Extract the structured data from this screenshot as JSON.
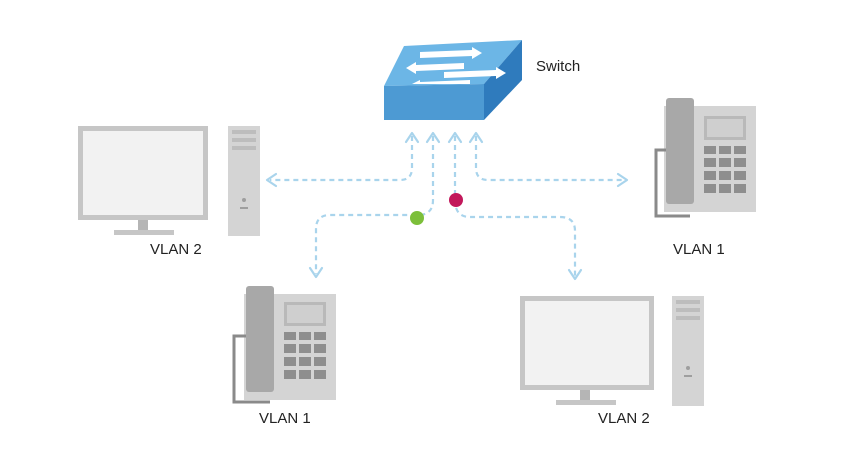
{
  "labels": {
    "switch": "Switch",
    "pc_left": "VLAN 2",
    "phone_right": "VLAN 1",
    "phone_bottom": "VLAN 1",
    "pc_bottom": "VLAN 2"
  },
  "nodes": [
    {
      "id": "switch",
      "type": "switch",
      "label": "Switch"
    },
    {
      "id": "pc_left",
      "type": "computer",
      "label": "VLAN 2"
    },
    {
      "id": "phone_right",
      "type": "ip-phone",
      "label": "VLAN 1"
    },
    {
      "id": "phone_bottom",
      "type": "ip-phone",
      "label": "VLAN 1"
    },
    {
      "id": "pc_bottom",
      "type": "computer",
      "label": "VLAN 2"
    }
  ],
  "edges": [
    {
      "from": "switch",
      "to": "pc_left",
      "style": "dashed",
      "color": "#a9d4ec"
    },
    {
      "from": "switch",
      "to": "phone_right",
      "style": "dashed",
      "color": "#a9d4ec"
    },
    {
      "from": "switch",
      "to": "phone_bottom",
      "style": "dashed",
      "color": "#a9d4ec",
      "marker": "green-dot"
    },
    {
      "from": "switch",
      "to": "pc_bottom",
      "style": "dashed",
      "color": "#a9d4ec",
      "marker": "magenta-dot"
    }
  ],
  "colors": {
    "switch_top": "#6cb6e6",
    "switch_front": "#4d9ad3",
    "switch_side": "#2f7bbd",
    "connector": "#a9d4ec",
    "green_marker": "#7cbf3a",
    "magenta_marker": "#c2185b",
    "device_gray": "#c6c6c6",
    "screen": "#f2f2f2"
  }
}
